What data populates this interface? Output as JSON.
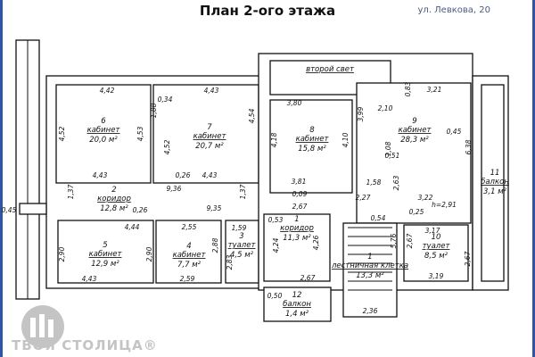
{
  "header": {
    "title": "План 2-ого этажа",
    "address": "ул. Левкова, 20"
  },
  "rooms": [
    {
      "number": "6",
      "name": "кабинет",
      "area": "20,0 м²"
    },
    {
      "number": "7",
      "name": "кабинет",
      "area": "20,7 м²"
    },
    {
      "number": "",
      "name": "второй свет",
      "area": ""
    },
    {
      "number": "8",
      "name": "кабинет",
      "area": "15,8 м²"
    },
    {
      "number": "9",
      "name": "кабинет",
      "area": "28,3 м²"
    },
    {
      "number": "2",
      "name": "коридор",
      "area": "12,8 м²"
    },
    {
      "number": "5",
      "name": "кабинет",
      "area": "12,9 м²"
    },
    {
      "number": "4",
      "name": "кабинет",
      "area": "7,7 м²"
    },
    {
      "number": "3",
      "name": "туалет",
      "area": "4,5 м²"
    },
    {
      "number": "1",
      "name": "коридор",
      "area": "11,3 м²"
    },
    {
      "number": "1",
      "name": "лестничная клетка",
      "area": "13,3 м²"
    },
    {
      "number": "10",
      "name": "туалет",
      "area": "8,5 м²"
    },
    {
      "number": "11",
      "name": "балкон",
      "area": "3,1 м²"
    },
    {
      "number": "12",
      "name": "балкон",
      "area": "1,4 м²"
    }
  ],
  "dimensions": [
    "4,42",
    "4,43",
    "0,34",
    "1,88",
    "4,53",
    "4,52",
    "4,54",
    "4,52",
    "4,43",
    "0,26",
    "4,43",
    "9,36",
    "1,37",
    "1,37",
    "0,45",
    "0,26",
    "9,35",
    "4,44",
    "2,55",
    "2,90",
    "2,90",
    "2,88",
    "1,59",
    "2,83",
    "4,43",
    "2,59",
    "3,80",
    "4,18",
    "4,10",
    "3,81",
    "0,09",
    "2,67",
    "0,53",
    "4,24",
    "4,26",
    "2,67",
    "0,50",
    "2,10",
    "0,83",
    "3,21",
    "3,99",
    "0,45",
    "6,38",
    "0,51",
    "1,08",
    "1,58",
    "2,63",
    "2,27",
    "3,22",
    "h=2,91",
    "0,25",
    "0,54",
    "5,76",
    "3,17",
    "2,67",
    "2,67",
    "3,19",
    "2,36"
  ],
  "logo": {
    "text": "ТВОЯ СТОЛИЦА®"
  },
  "colors": {
    "border": "#2f56a6",
    "logo": "#c4c4c4"
  }
}
